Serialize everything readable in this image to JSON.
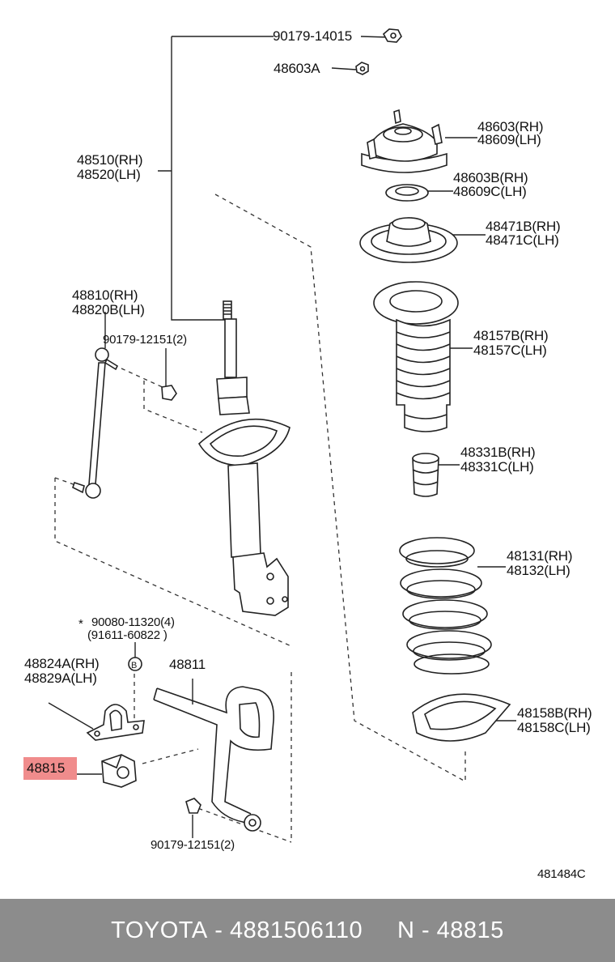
{
  "labels": {
    "nut_top": "90179-14015",
    "nut_48603a": "48603A",
    "support_rh": "48603(RH)",
    "support_lh": "48609(LH)",
    "bearing_rh": "48603B(RH)",
    "bearing_lh": "48609C(LH)",
    "spring_seat_rh": "48471B(RH)",
    "spring_seat_lh": "48471C(LH)",
    "bumper_boot_rh": "48157B(RH)",
    "bumper_boot_lh": "48157C(LH)",
    "stop_rh": "48331B(RH)",
    "stop_lh": "48331C(LH)",
    "coil_rh": "48131(RH)",
    "coil_lh": "48132(LH)",
    "insulator_rh": "48158B(RH)",
    "insulator_lh": "48158C(LH)",
    "strut_rh": "48510(RH)",
    "strut_lh": "48520(LH)",
    "link_rh": "48810(RH)",
    "link_lh": "48820B(LH)",
    "link_nut": "90179-12151(2)",
    "bolt_line1": "90080-11320(4)",
    "bolt_line2": "(91611-60822   )",
    "bolt_star": "*",
    "bracket_rh": "48824A(RH)",
    "bracket_lh": "48829A(LH)",
    "stabilizer_bar": "48811",
    "bushing": "48815",
    "bottom_nut": "90179-12151(2)",
    "diagram_code": "481484C"
  },
  "footer": {
    "brand": "TOYOTA",
    "sep1": " - ",
    "part_number": "4881506110",
    "gap": "     ",
    "prefix": "N",
    "sep2": " - ",
    "ref": "48815"
  },
  "colors": {
    "highlight": "#f08c8c",
    "footer_bg": "#8c8c8c",
    "footer_text": "#ffffff",
    "line": "#222222"
  }
}
